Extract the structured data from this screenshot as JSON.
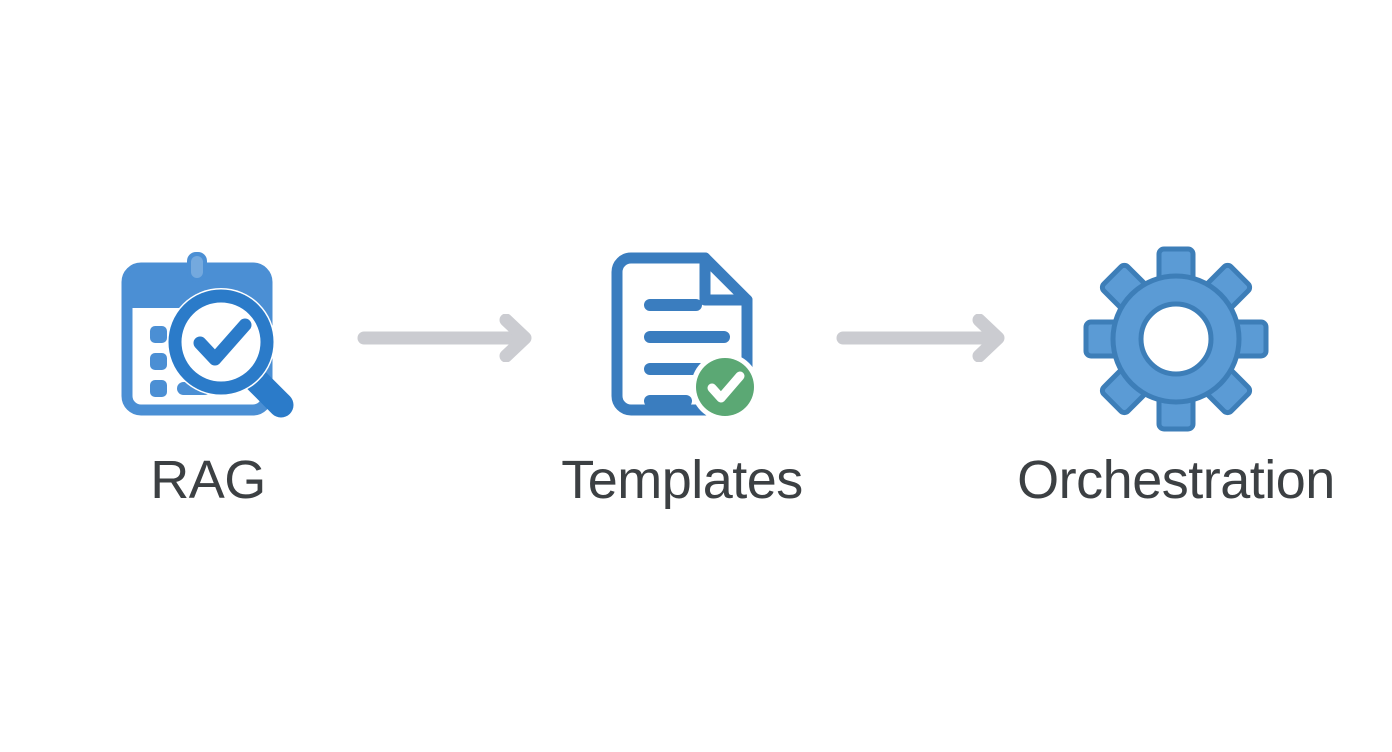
{
  "page": {
    "background_color": "#ffffff",
    "title": "RAG to Templates to Orchestration flow"
  },
  "theme": {
    "label_color": "#3c4043",
    "icon_blue_dark": "#2b7bc9",
    "icon_blue_mid": "#3a7dbf",
    "icon_blue_light": "#5b9bd5",
    "icon_blue_stroke": "#3d7eb8",
    "badge_green": "#5ba874",
    "arrow_gray": "#cbccd1",
    "white": "#ffffff"
  },
  "flow": {
    "steps": [
      {
        "id": "rag",
        "label": "RAG",
        "icon": "clipboard-magnifier-check-icon"
      },
      {
        "id": "templates",
        "label": "Templates",
        "icon": "document-lines-check-badge-icon"
      },
      {
        "id": "orchestration",
        "label": "Orchestration",
        "icon": "gear-icon"
      }
    ],
    "connectors": [
      {
        "id": "arrow-1",
        "icon": "arrow-right-icon",
        "from": "rag",
        "to": "templates"
      },
      {
        "id": "arrow-2",
        "icon": "arrow-right-icon",
        "from": "templates",
        "to": "orchestration"
      }
    ]
  }
}
